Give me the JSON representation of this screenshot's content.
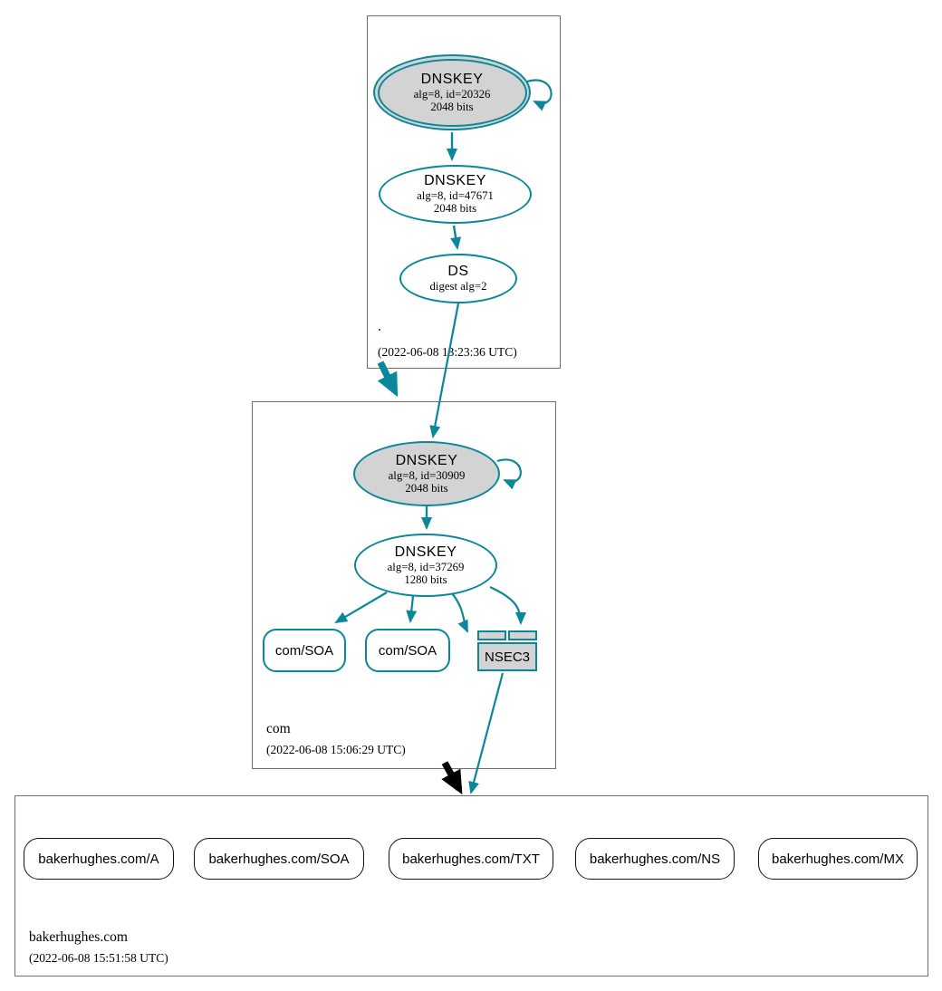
{
  "colors": {
    "secure_teal": "#0a879a",
    "key_fill_gray": "#d3d3d3",
    "insecure_delegation_black": "#000000"
  },
  "zones": {
    "root": {
      "name": ".",
      "timestamp": "(2022-06-08 13:23:36 UTC)",
      "ksk": {
        "title": "DNSKEY",
        "attr1": "alg=8, id=20326",
        "attr2": "2048 bits"
      },
      "zsk": {
        "title": "DNSKEY",
        "attr1": "alg=8, id=47671",
        "attr2": "2048 bits"
      },
      "ds": {
        "title": "DS",
        "attr1": "digest alg=2"
      }
    },
    "com": {
      "name": "com",
      "timestamp": "(2022-06-08 15:06:29 UTC)",
      "ksk": {
        "title": "DNSKEY",
        "attr1": "alg=8, id=30909",
        "attr2": "2048 bits"
      },
      "zsk": {
        "title": "DNSKEY",
        "attr1": "alg=8, id=37269",
        "attr2": "1280 bits"
      },
      "soa1": "com/SOA",
      "soa2": "com/SOA",
      "nsec3": "NSEC3"
    },
    "bakerhughes": {
      "name": "bakerhughes.com",
      "timestamp": "(2022-06-08 15:51:58 UTC)",
      "records": [
        "bakerhughes.com/A",
        "bakerhughes.com/SOA",
        "bakerhughes.com/TXT",
        "bakerhughes.com/NS",
        "bakerhughes.com/MX"
      ]
    }
  }
}
